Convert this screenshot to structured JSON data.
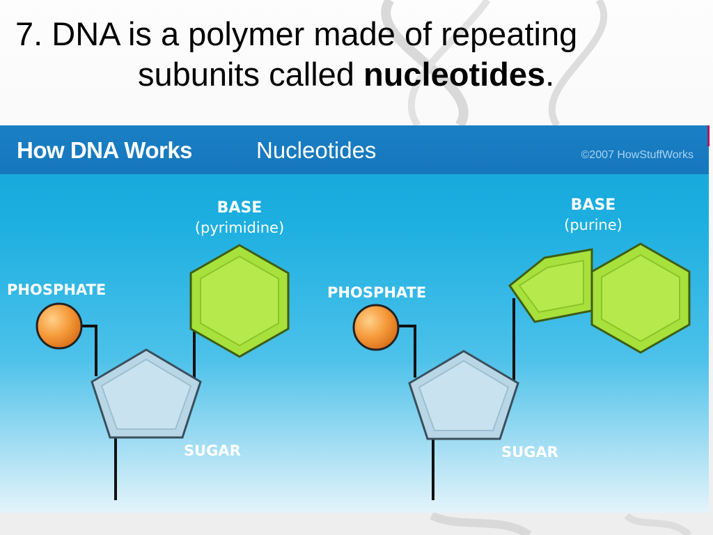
{
  "slide": {
    "title_line1": "7. DNA is a polymer made of repeating",
    "title_line2_prefix": "subunits called ",
    "title_bold": "nucleotides",
    "title_suffix": "."
  },
  "panel": {
    "header_main": "How DNA Works",
    "header_sub": "Nucleotides",
    "copyright": "©2007 HowStuffWorks"
  },
  "diagram": {
    "left": {
      "phosphate_label": "PHOSPHATE",
      "base_label": "BASE",
      "base_type": "(pyrimidine)",
      "sugar_label": "SUGAR"
    },
    "right": {
      "phosphate_label": "PHOSPHATE",
      "base_label": "BASE",
      "base_type": "(purine)",
      "sugar_label": "SUGAR"
    }
  },
  "colors": {
    "header": "#1677bd",
    "panel": "#1cafe0",
    "phosphate": "#f59a3a",
    "base": "#a8e03c",
    "sugar": "#b8d6e6"
  }
}
